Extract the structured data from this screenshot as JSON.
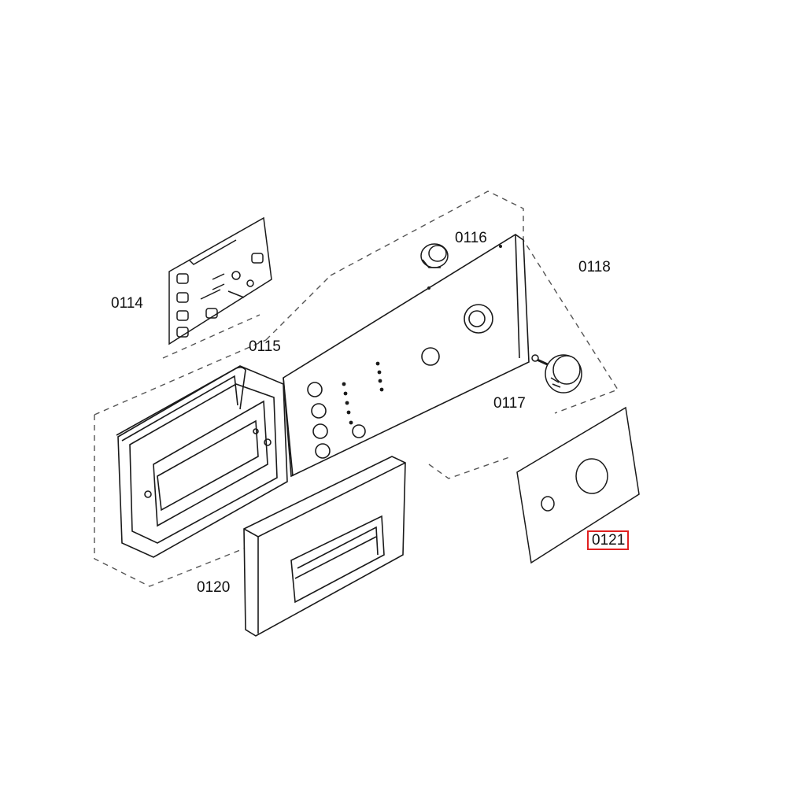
{
  "diagram": {
    "parts": [
      {
        "id": "0114",
        "label": "0114",
        "part": "control-circuit-board"
      },
      {
        "id": "0115",
        "label": "0115",
        "part": "control-panel-fascia"
      },
      {
        "id": "0116",
        "label": "0116",
        "part": "push-button"
      },
      {
        "id": "0117",
        "label": "0117",
        "part": "selector-knob"
      },
      {
        "id": "0118",
        "label": "0118",
        "part": "control-panel-assembly"
      },
      {
        "id": "0120",
        "label": "0120",
        "part": "detergent-drawer-front"
      },
      {
        "id": "0121",
        "label": "0121",
        "part": "panel-film-overlay"
      }
    ],
    "highlighted_part": "0121",
    "colors": {
      "line": "#1a1a1a",
      "dashed": "#555555",
      "highlight": "#e02020"
    }
  }
}
